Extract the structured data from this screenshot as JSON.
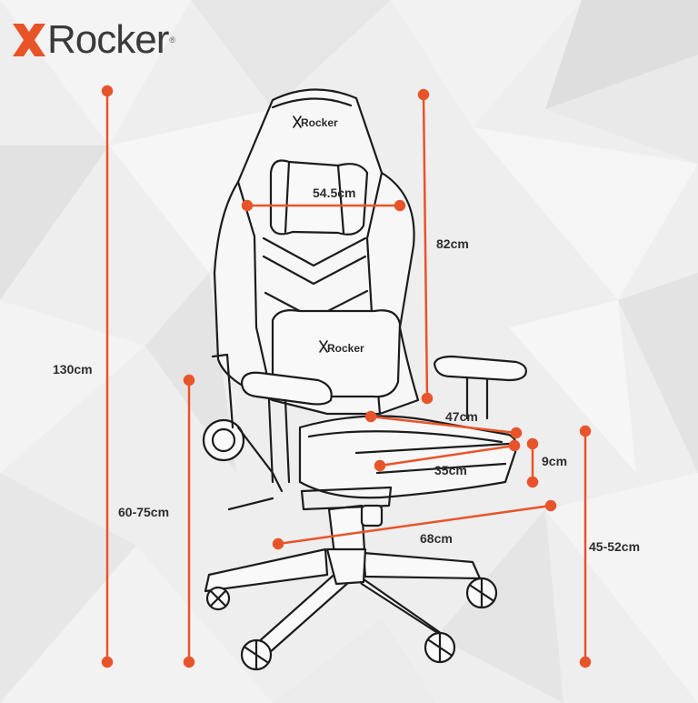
{
  "brand": {
    "name": "Rocker",
    "registered": "®",
    "logo_color": "#e8542a"
  },
  "chair_logos": {
    "headrest": "Rocker",
    "lumbar": "Rocker"
  },
  "dimensions": {
    "total_height": "130cm",
    "backrest_height": "82cm",
    "backrest_width": "54.5cm",
    "seat_depth": "47cm",
    "seat_width": "35cm",
    "seat_thickness": "9cm",
    "base_diameter": "68cm",
    "seat_height": "45-52cm",
    "armrest_height": "60-75cm"
  },
  "colors": {
    "accent": "#e8542a",
    "line": "#1c1c1c",
    "background": "#eeeeee"
  }
}
